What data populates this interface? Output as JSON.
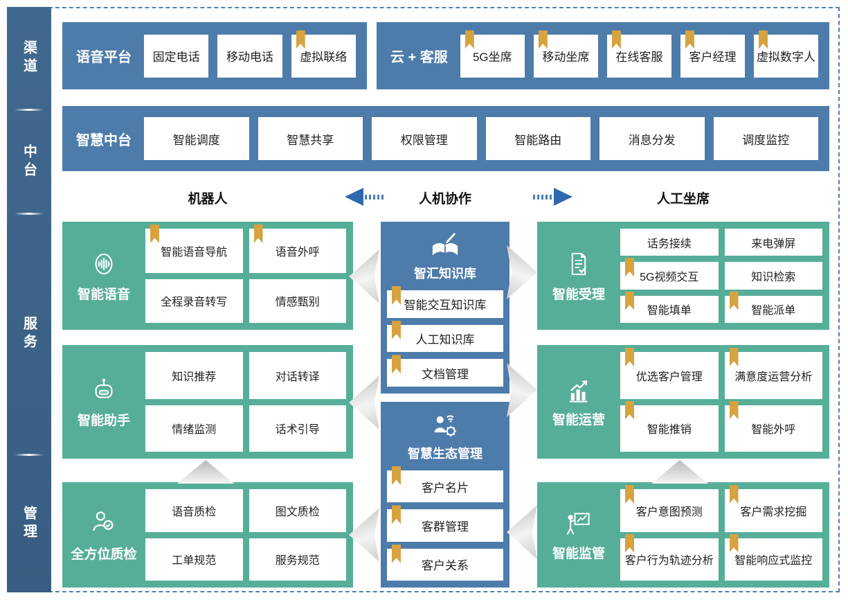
{
  "colors": {
    "panel_blue": "#4d7cab",
    "sidebar_blue": "#3d6489",
    "teal": "#56ae99",
    "bookmark_gold": "#d6a33f",
    "arrow_blue": "#2f69ad",
    "frame_dash": "#4e80b4"
  },
  "sidebar": {
    "sections": [
      {
        "label": "渠道"
      },
      {
        "label": "中台"
      },
      {
        "label": "服务"
      },
      {
        "label": "管理"
      }
    ]
  },
  "channel_row": {
    "voice_platform": {
      "title": "语音平台",
      "items": [
        {
          "label": "固定电话",
          "bookmark": false
        },
        {
          "label": "移动电话",
          "bookmark": false
        },
        {
          "label": "虚拟联络",
          "bookmark": true
        }
      ]
    },
    "cloud_service": {
      "title": "云 + 客服",
      "items": [
        {
          "label": "5G坐席",
          "bookmark": true
        },
        {
          "label": "移动坐席",
          "bookmark": true
        },
        {
          "label": "在线客服",
          "bookmark": true
        },
        {
          "label": "客户经理",
          "bookmark": true
        },
        {
          "label": "虚拟数字人",
          "bookmark": true
        }
      ]
    }
  },
  "middle_row": {
    "title": "智慧中台",
    "items": [
      {
        "label": "智能调度",
        "bookmark": false
      },
      {
        "label": "智慧共享",
        "bookmark": false
      },
      {
        "label": "权限管理",
        "bookmark": false
      },
      {
        "label": "智能路由",
        "bookmark": false
      },
      {
        "label": "消息分发",
        "bookmark": false
      },
      {
        "label": "调度监控",
        "bookmark": false
      }
    ]
  },
  "collab_header": {
    "left": "机器人",
    "center": "人机协作",
    "right": "人工坐席"
  },
  "service_area": {
    "left_panels": [
      {
        "title": "智能语音",
        "icon": "voice-icon",
        "items": [
          {
            "label": "智能语音导航",
            "bookmark": true
          },
          {
            "label": "语音外呼",
            "bookmark": true
          },
          {
            "label": "全程录音转写",
            "bookmark": false
          },
          {
            "label": "情感甄别",
            "bookmark": false
          }
        ]
      },
      {
        "title": "智能助手",
        "icon": "robot-icon",
        "items": [
          {
            "label": "知识推荐",
            "bookmark": false
          },
          {
            "label": "对话转译",
            "bookmark": false
          },
          {
            "label": "情绪监测",
            "bookmark": false
          },
          {
            "label": "话术引导",
            "bookmark": false
          }
        ]
      },
      {
        "title": "全方位质检",
        "icon": "quality-check-icon",
        "items": [
          {
            "label": "语音质检",
            "bookmark": false
          },
          {
            "label": "图文质检",
            "bookmark": false
          },
          {
            "label": "工单规范",
            "bookmark": false
          },
          {
            "label": "服务规范",
            "bookmark": false
          }
        ]
      }
    ],
    "center_panels": [
      {
        "title": "智汇知识库",
        "icon": "knowledge-base-icon",
        "items": [
          {
            "label": "智能交互知识库",
            "bookmark": true
          },
          {
            "label": "人工知识库",
            "bookmark": true
          },
          {
            "label": "文档管理",
            "bookmark": true
          }
        ]
      },
      {
        "title": "智慧生态管理",
        "icon": "ecosystem-icon",
        "items": [
          {
            "label": "客户名片",
            "bookmark": true
          },
          {
            "label": "客群管理",
            "bookmark": true
          },
          {
            "label": "客户关系",
            "bookmark": true
          }
        ]
      }
    ],
    "right_panels": [
      {
        "title": "智能受理",
        "icon": "service-accept-icon",
        "items": [
          {
            "label": "话务接续",
            "bookmark": false
          },
          {
            "label": "来电弹屏",
            "bookmark": false
          },
          {
            "label": "5G视频交互",
            "bookmark": true
          },
          {
            "label": "知识检索",
            "bookmark": false
          },
          {
            "label": "智能填单",
            "bookmark": true
          },
          {
            "label": "智能派单",
            "bookmark": true
          }
        ]
      },
      {
        "title": "智能运营",
        "icon": "operations-icon",
        "items": [
          {
            "label": "优选客户管理",
            "bookmark": true
          },
          {
            "label": "满意度运营分析",
            "bookmark": true
          },
          {
            "label": "智能推销",
            "bookmark": true
          },
          {
            "label": "智能外呼",
            "bookmark": true
          }
        ]
      },
      {
        "title": "智能监管",
        "icon": "supervision-icon",
        "items": [
          {
            "label": "客户意图预测",
            "bookmark": true
          },
          {
            "label": "客户需求挖掘",
            "bookmark": true
          },
          {
            "label": "客户行为轨迹分析",
            "bookmark": true
          },
          {
            "label": "智能响应式监控",
            "bookmark": true
          }
        ]
      }
    ]
  }
}
